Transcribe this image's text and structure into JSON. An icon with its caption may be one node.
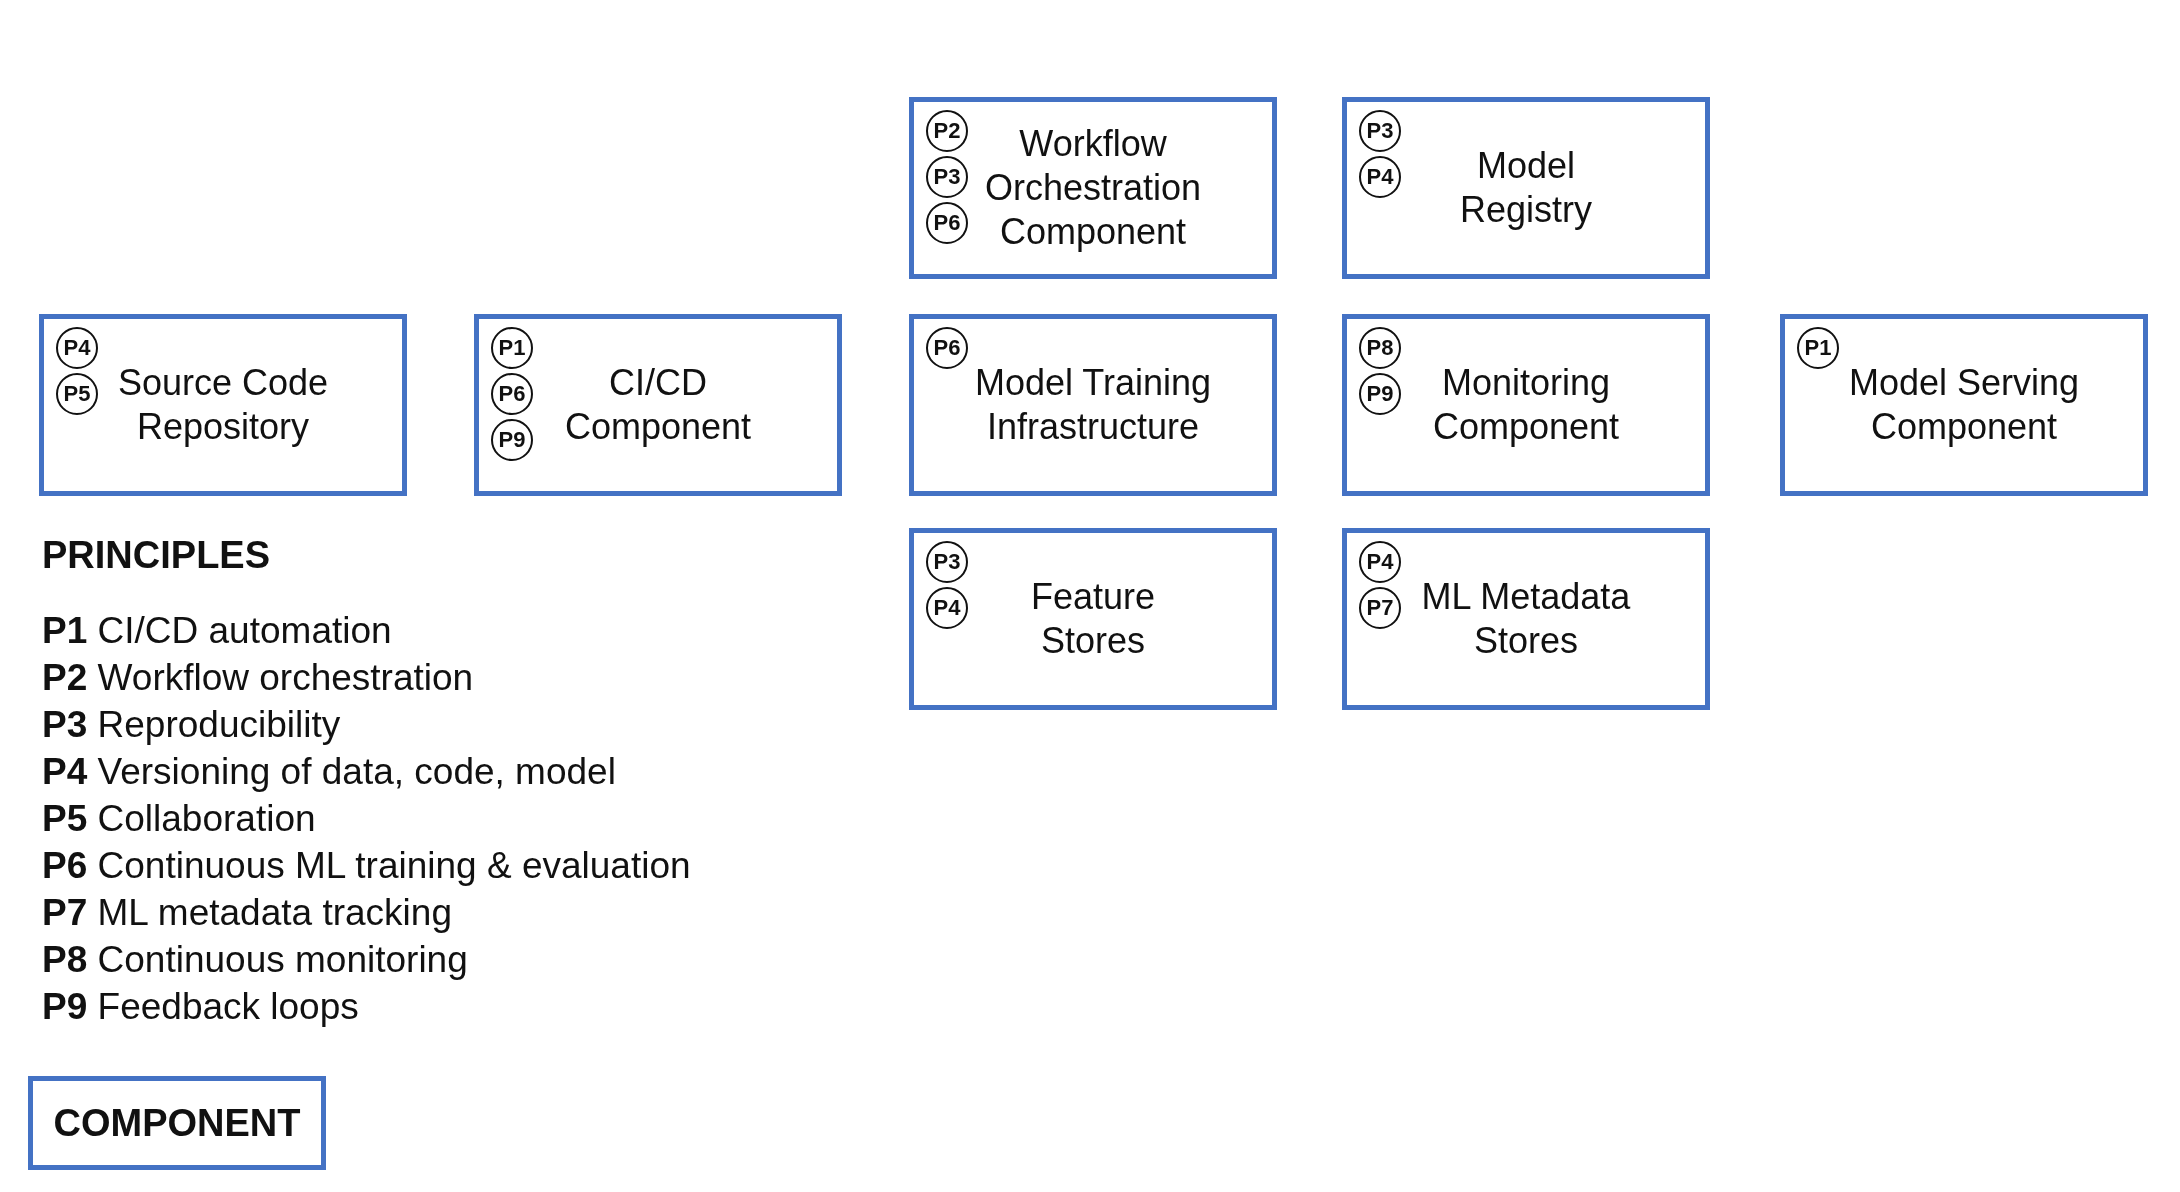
{
  "diagram": {
    "nodes": [
      {
        "text": [
          "Workflow Orchestration Component"
        ]
      },
      {
        "text": [
          "P2"
        ],
        "in": 0
      },
      {
        "text": [
          "P3"
        ],
        "in": 0
      },
      {
        "text": [
          "P6"
        ],
        "in": 0
      },
      {
        "text": [
          "Model Registry"
        ]
      },
      {
        "text": [
          "P3"
        ],
        "in": 4
      },
      {
        "text": [
          "P4"
        ],
        "in": 4
      },
      {
        "text": [
          "Source Code Repository"
        ]
      },
      {
        "text": [
          "P4"
        ],
        "in": 7
      },
      {
        "text": [
          "P5"
        ],
        "in": 7
      },
      {
        "text": [
          "CI/CD Component"
        ]
      },
      {
        "text": [
          "P1"
        ],
        "in": 10
      },
      {
        "text": [
          "P6"
        ],
        "in": 10
      },
      {
        "text": [
          "P9"
        ],
        "in": 10
      },
      {
        "text": [
          "Model Training Infrastructure"
        ]
      },
      {
        "text": [
          "P6"
        ],
        "in": 14
      },
      {
        "text": [
          "Monitoring Component"
        ]
      },
      {
        "text": [
          "P8"
        ],
        "in": 16
      },
      {
        "text": [
          "P9"
        ],
        "in": 16
      },
      {
        "text": [
          "Model Serving Component"
        ]
      },
      {
        "text": [
          "P1"
        ],
        "in": 19
      },
      {
        "text": [
          "Feature Stores"
        ]
      },
      {
        "text": [
          "P3"
        ],
        "in": 21
      },
      {
        "text": [
          "P4"
        ],
        "in": 21
      },
      {
        "text": [
          "ML Metadata Stores"
        ]
      },
      {
        "text": [
          "P4"
        ],
        "in": 24
      },
      {
        "text": [
          "P7"
        ],
        "in": 24
      },
      {
        "text": [
          "COMPONENT"
        ]
      }
    ],
    "edges": [],
    "labels": [
      "PRINCIPLES",
      "**P1** CI/CD automation",
      "**P2** Workflow orchestration",
      "**P3** Reproducibility",
      "**P4** Versioning of data, code, model",
      "**P5** Collaboration",
      "**P6** Continuous ML training & evaluation",
      "**P7** ML metadata tracking",
      "**P8** Continuous monitoring",
      "**P9** Feedback loops"
    ]
  }
}
